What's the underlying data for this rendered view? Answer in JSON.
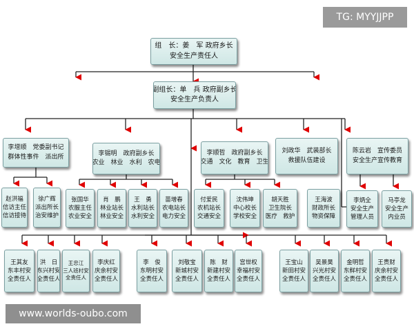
{
  "badge": "TG: MYYJJPP",
  "watermark": "www.worlds-oubo.com",
  "colors": {
    "box_fill": "#d6ecea",
    "box_border": "#7a9ea0",
    "line": "#222222",
    "arrow": "#e00000"
  },
  "chart": {
    "leader": [
      "组　长：姜　军 政府乡长",
      "安全生产责任人"
    ],
    "deputy": [
      "副组长：单　兵 政府副乡长",
      "安全生产负责人"
    ],
    "level2": [
      {
        "lines": [
          "李增顺　党委副书记",
          "群体性事件　派出所"
        ]
      },
      {
        "lines": [
          "李锡明　政府副乡长",
          "农业　林业　水利　农电"
        ]
      },
      {
        "lines": [
          "李顺哲　政府副乡长",
          "交通　文化　教育　卫生"
        ]
      },
      {
        "lines": [
          "刘政华　武装部长",
          "救援队伍建设"
        ]
      },
      {
        "lines": [
          "陈云岩　宣传委员",
          "安全生产宣传教育"
        ]
      }
    ],
    "level3": [
      {
        "lines": [
          "赵洪福",
          "信访主任",
          "信访接待"
        ]
      },
      {
        "lines": [
          "徐广辉",
          "派出所长",
          "治安维护"
        ]
      },
      {
        "lines": [
          "张国华",
          "农服主任",
          "农业安全"
        ]
      },
      {
        "lines": [
          "肖　鹏",
          "林业站长",
          "林业安全"
        ]
      },
      {
        "lines": [
          "王　勇",
          "水利站长",
          "水利安全"
        ]
      },
      {
        "lines": [
          "苗增春",
          "农电站长",
          "电力安全"
        ]
      },
      {
        "lines": [
          "付爱民",
          "农机站长",
          "交通安全"
        ]
      },
      {
        "lines": [
          "沈伟坤",
          "中心校长",
          "学校安全"
        ]
      },
      {
        "lines": [
          "胡天胜",
          "卫生院长",
          "医疗　救护"
        ]
      },
      {
        "lines": [
          "王海波",
          "财政所长",
          "物资保障"
        ]
      },
      {
        "lines": [
          "李炳全",
          "安全生产",
          "管理人员"
        ]
      },
      {
        "lines": [
          "马亭龙",
          "安全生产",
          "内业员"
        ]
      }
    ],
    "level4": [
      {
        "lines": [
          "王其友",
          "东丰村安",
          "全责任人"
        ]
      },
      {
        "lines": [
          "洪　日",
          "东兴村安",
          "全责任人"
        ]
      },
      {
        "lines": [
          "王忠江",
          "三人班村安",
          "全责任人"
        ]
      },
      {
        "lines": [
          "李庆红",
          "庆余村安",
          "全责任人"
        ]
      },
      {
        "lines": [
          "李　俊",
          "东明村安",
          "全责任人"
        ]
      },
      {
        "lines": [
          "刘敬宝",
          "新城村安",
          "全责任人"
        ]
      },
      {
        "lines": [
          "陈　财",
          "新建村安",
          "全责任人"
        ]
      },
      {
        "lines": [
          "宫世权",
          "幸福村安",
          "全责任人"
        ]
      },
      {
        "lines": [
          "王宝山",
          "新田村安",
          "全责任人"
        ]
      },
      {
        "lines": [
          "吴景昊",
          "兴光村安",
          "全责任人"
        ]
      },
      {
        "lines": [
          "金明哲",
          "东鲜村安",
          "全责任人"
        ]
      },
      {
        "lines": [
          "王贵财",
          "庆余村安",
          "全责任人"
        ]
      }
    ]
  }
}
